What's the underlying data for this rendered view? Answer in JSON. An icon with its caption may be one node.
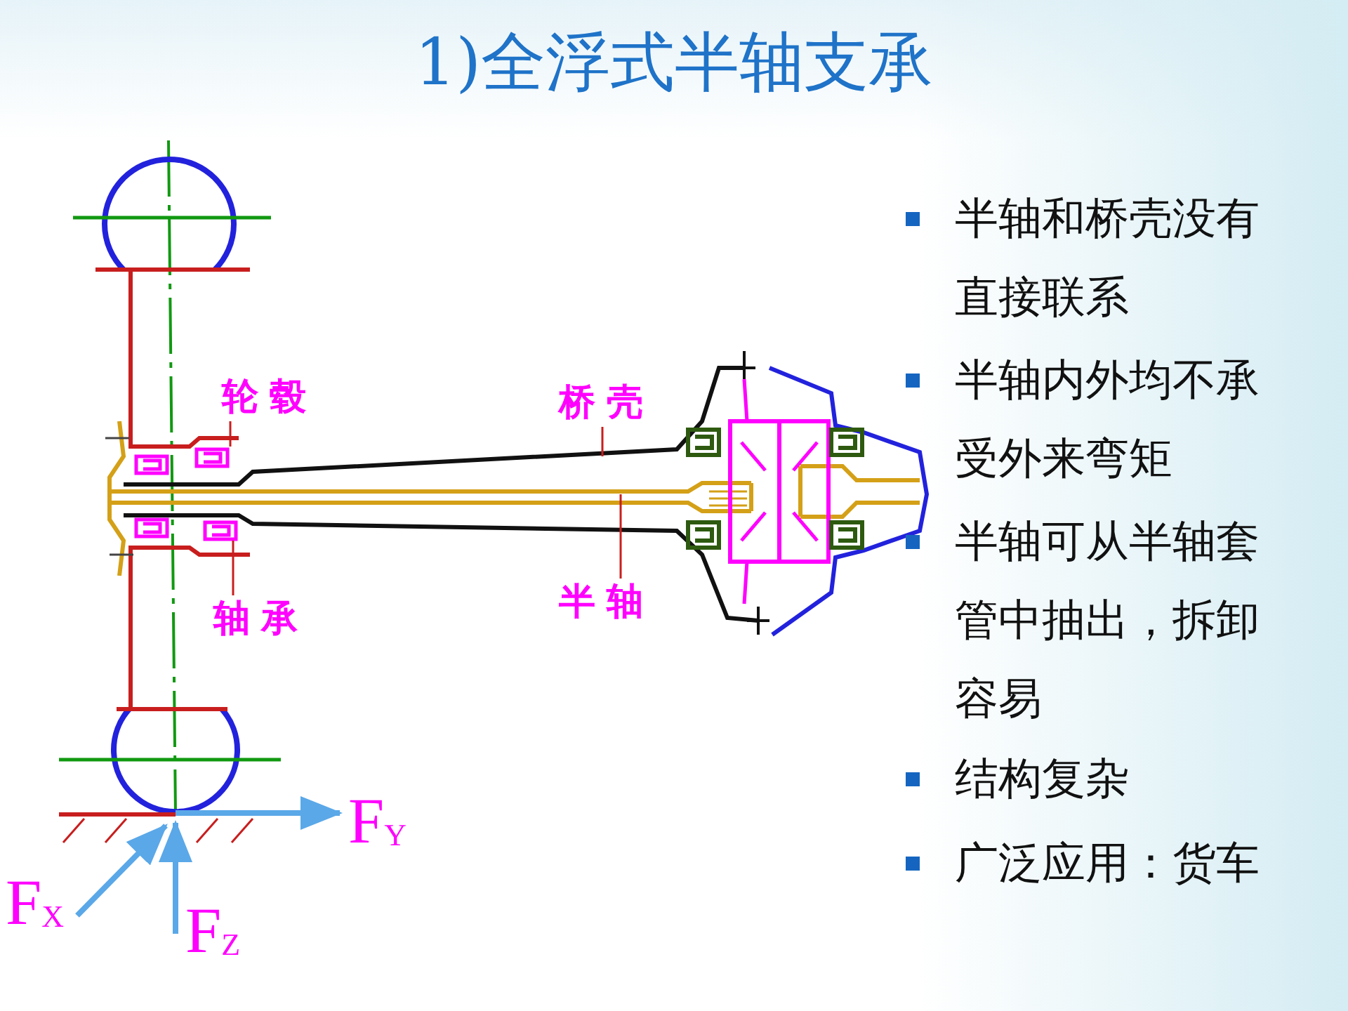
{
  "diagram": {
    "title": "1)全浮式半轴支承",
    "nodes": [
      {
        "text": [
          "轮毂"
        ]
      },
      {
        "text": [
          "桥壳"
        ]
      },
      {
        "text": [
          "半轴"
        ]
      },
      {
        "text": [
          "轴承"
        ]
      }
    ],
    "edges": [
      {
        "from": 0,
        "to": null,
        "arrow": "none"
      },
      {
        "from": 1,
        "to": null,
        "arrow": "none"
      },
      {
        "from": 2,
        "to": null,
        "arrow": "none"
      },
      {
        "from": 3,
        "to": null,
        "arrow": "none"
      }
    ],
    "labels": [
      "半轴和桥壳没有直接联系",
      "半轴内外均不承受外来弯矩",
      "半轴可从半轴套管中抽出，拆卸容易",
      "结构复杂",
      "广泛应用：货车",
      "F$_{Y}$",
      "F$_{X}$",
      "F$_{Z}$"
    ]
  }
}
